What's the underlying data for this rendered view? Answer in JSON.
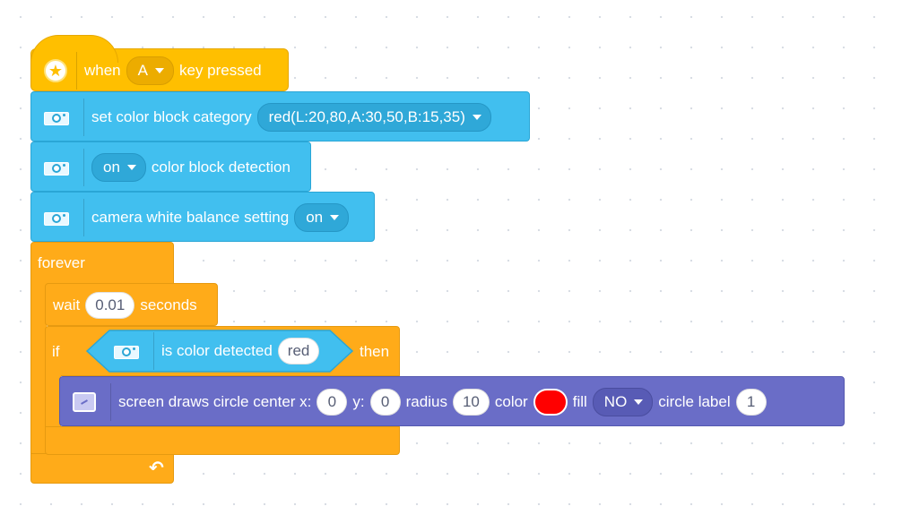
{
  "hat": {
    "icon": "star-icon",
    "when": "when",
    "key": "A",
    "key_pressed": "key pressed"
  },
  "set_category": {
    "label": "set color block category",
    "value": "red(L:20,80,A:30,50,B:15,35)"
  },
  "detection": {
    "toggle": "on",
    "label": "color block detection"
  },
  "white_balance": {
    "label": "camera white balance setting",
    "value": "on"
  },
  "forever": {
    "label": "forever",
    "loop_arrow": "↶"
  },
  "wait": {
    "label": "wait",
    "value": "0.01",
    "unit": "seconds"
  },
  "if_block": {
    "if_label": "if",
    "then_label": "then",
    "condition": {
      "label": "is color detected",
      "value": "red"
    }
  },
  "draw_circle": {
    "label": "screen draws circle center x:",
    "x": "0",
    "y_label": "y:",
    "y": "0",
    "radius_label": "radius",
    "radius": "10",
    "color_label": "color",
    "color": "#ff0000",
    "fill_label": "fill",
    "fill": "NO",
    "circle_label_label": "circle label",
    "circle_label": "1"
  },
  "colors": {
    "events": "#ffbf00",
    "camera": "#41bfef",
    "control": "#ffab19",
    "pen": "#6a6dc7"
  }
}
